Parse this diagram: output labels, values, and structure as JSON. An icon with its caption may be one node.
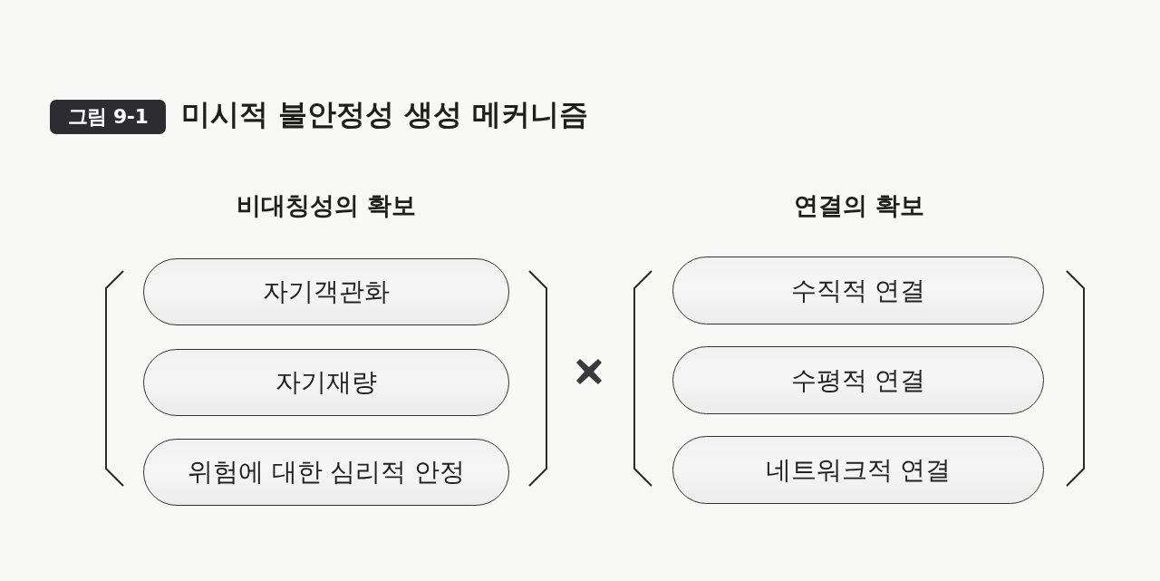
{
  "diagram": {
    "title": "미시적 불안정성 생성 메커니즘",
    "nodes": [
      {
        "text": [
          "비대칭성의 확보"
        ]
      },
      {
        "text": [
          "자기객관화"
        ],
        "in": 0
      },
      {
        "text": [
          "자기재량"
        ],
        "in": 0
      },
      {
        "text": [
          "위험에 대한 심리적 안정"
        ],
        "in": 0
      },
      {
        "text": [
          "연결의 확보"
        ]
      },
      {
        "text": [
          "수직적 연결"
        ],
        "in": 4
      },
      {
        "text": [
          "수평적 연결"
        ],
        "in": 4
      },
      {
        "text": [
          "네트워크적 연결"
        ],
        "in": 4
      }
    ],
    "labels": [
      "그림 9-1"
    ]
  }
}
